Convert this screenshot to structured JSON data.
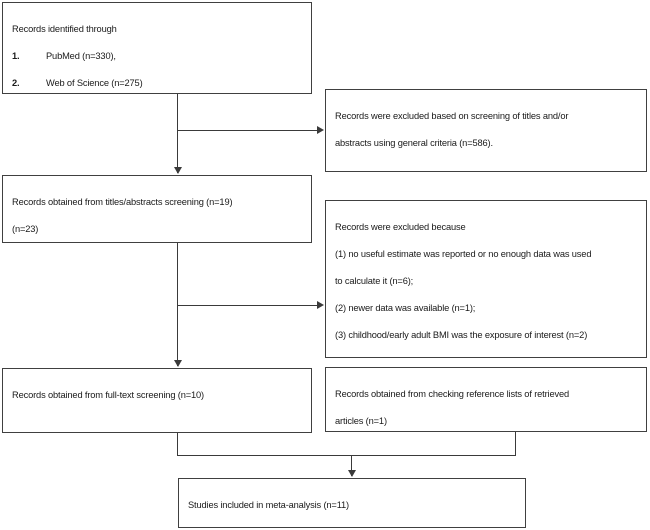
{
  "diagram": {
    "title": "PRISMA study selection flow diagram",
    "type": "flowchart",
    "line_color": "#3a3a3a",
    "box_border_color": "#404040",
    "background_color": "#ffffff",
    "text_color": "#1a1a1a"
  },
  "boxes": {
    "identified": {
      "name": "records-identified",
      "heading": "Records identified through",
      "items": [
        {
          "num": "1.",
          "text": "PubMed (n=330),"
        },
        {
          "num": "2.",
          "text": "Web of Science (n=275)"
        }
      ]
    },
    "excluded_screening": {
      "name": "records-excluded-screening",
      "line1": "Records were excluded based on screening of titles and/or",
      "line2": "abstracts using general criteria (n=586)."
    },
    "titles_abstracts": {
      "name": "records-obtained-titles-abstracts",
      "line1": "Records obtained from titles/abstracts screening (n=19)",
      "line2": "(n=23)"
    },
    "excluded_fulltext": {
      "name": "records-excluded-fulltext",
      "heading": "Records were excluded because",
      "reason1a": "(1) no useful estimate was reported or no enough data was used",
      "reason1b": "to calculate it (n=6);",
      "reason2": "(2) newer data was available (n=1);",
      "reason3": "(3) childhood/early adult BMI was the exposure of interest (n=2)"
    },
    "fulltext": {
      "name": "records-obtained-fulltext",
      "line1": "Records obtained from full-text screening (n=10)"
    },
    "reference_lists": {
      "name": "records-obtained-reference-lists",
      "line1": "Records obtained from checking reference lists of retrieved",
      "line2": "articles (n=1)"
    },
    "included": {
      "name": "studies-included-meta-analysis",
      "line1": "Studies included in meta-analysis (n=11)"
    }
  },
  "connectors": [
    {
      "name": "stem-identified-to-titles",
      "kind": "vertical-with-down-arrow"
    },
    {
      "name": "branch-to-excluded-screening",
      "kind": "horizontal-with-right-arrow"
    },
    {
      "name": "stem-titles-to-fulltext",
      "kind": "vertical-with-down-arrow"
    },
    {
      "name": "branch-to-excluded-fulltext",
      "kind": "horizontal-with-right-arrow"
    },
    {
      "name": "merge-to-included",
      "kind": "merge-with-down-arrow"
    }
  ]
}
